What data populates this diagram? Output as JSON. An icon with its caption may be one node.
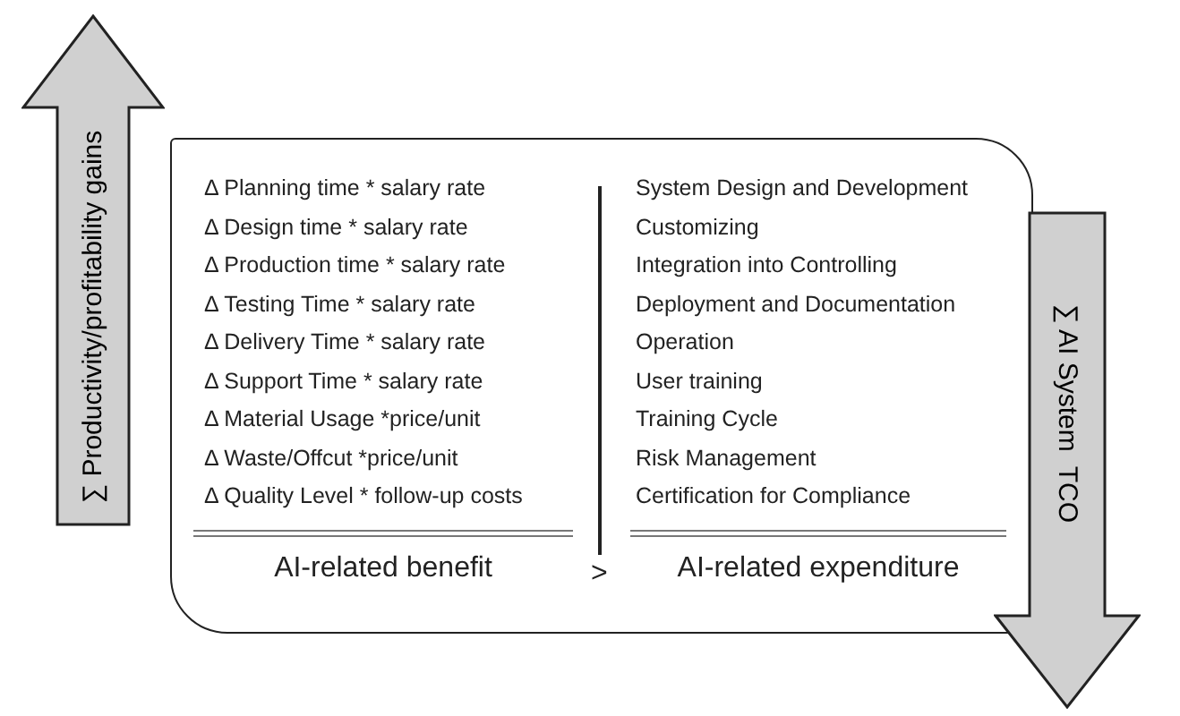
{
  "diagram": {
    "nodes": [
      {
        "text": [
          "∑ Productivity/profitability gains"
        ]
      },
      {
        "text": [],
        "shape": "box"
      },
      {
        "text": [
          "∑ AI System  TCO"
        ]
      }
    ],
    "labels": [
      "Δ Planning time * salary rate",
      "Δ Design time * salary rate",
      "Δ Production time * salary rate",
      "Δ Testing Time * salary rate",
      "Δ Delivery Time * salary rate",
      "Δ Support Time * salary rate",
      "Δ Material Usage *price/unit",
      "Δ Waste/Offcut *price/unit",
      "Δ Quality Level * follow-up costs",
      "System Design and Development",
      "Customizing",
      "Integration into Controlling",
      "Deployment and Documentation",
      "Operation",
      "User training",
      "Training Cycle",
      "Risk Management",
      "Certification for Compliance",
      "AI-related benefit",
      ">",
      "AI-related expenditure"
    ]
  }
}
